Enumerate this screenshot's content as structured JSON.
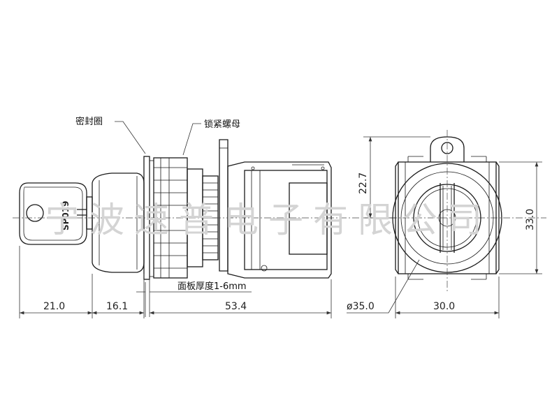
{
  "labels": {
    "seal_ring": "密封圈",
    "lock_nut": "锁紧螺母",
    "panel_thickness": "面板厚度1-6mm",
    "key_code": "SP019",
    "watermark": "宁波速普电子有限公司"
  },
  "dimensions": {
    "key_length": "21.0",
    "front_length": "16.1",
    "body_length": "53.4",
    "diameter": "ø35.0",
    "width": "30.0",
    "height_top": "22.7",
    "height_total": "33.0"
  }
}
